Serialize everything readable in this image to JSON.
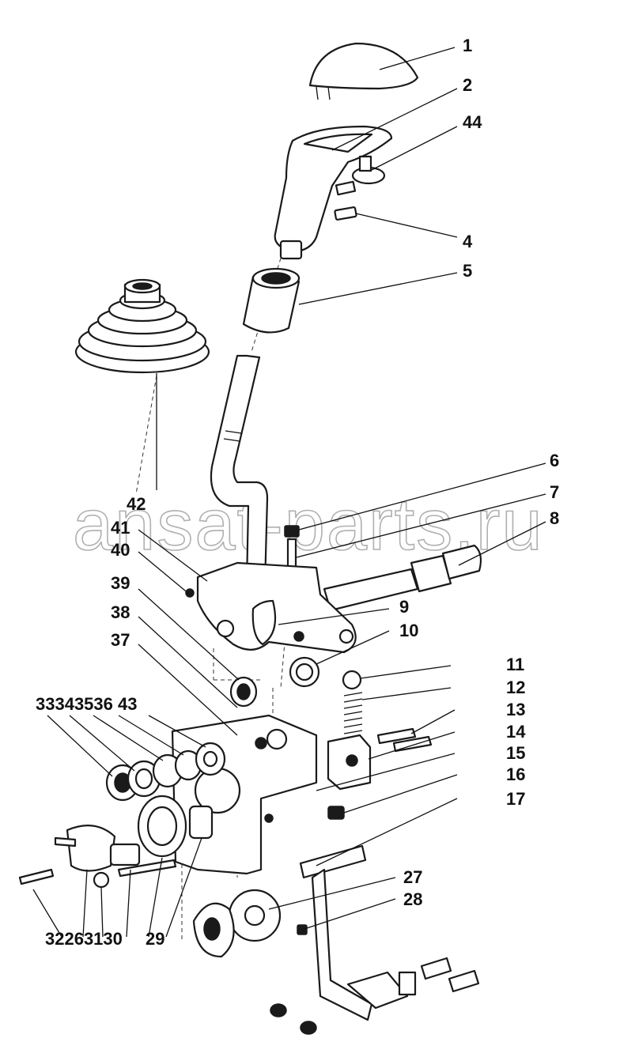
{
  "watermark": "ansat-parts.ru",
  "labels": {
    "l1": "1",
    "l2": "2",
    "l44": "44",
    "l4": "4",
    "l5": "5",
    "l6": "6",
    "l7": "7",
    "l8": "8",
    "l9": "9",
    "l10": "10",
    "l11": "11",
    "l12": "12",
    "l13": "13",
    "l14": "14",
    "l15": "15",
    "l16": "16",
    "l17": "17",
    "l27": "27",
    "l28": "28",
    "l42": "42",
    "l41": "41",
    "l40": "40",
    "l39": "39",
    "l38": "38",
    "l37": "37",
    "group_left": "33343536 43",
    "group_bottom": "32263130",
    "l29": "29"
  }
}
